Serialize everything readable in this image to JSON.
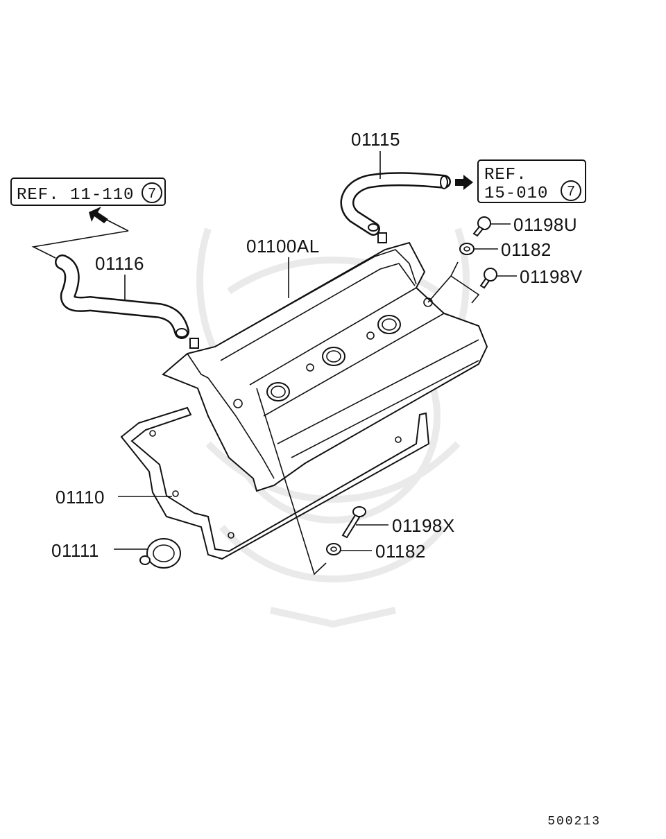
{
  "diagram": {
    "ref_left": {
      "text": "REF. 11-110",
      "circled": "7"
    },
    "ref_right": {
      "line1": "REF.",
      "line2": "15-010",
      "circled": "7"
    },
    "parts": {
      "p01115": "01115",
      "p01116": "01116",
      "p01100AL": "01100AL",
      "p01198U": "01198U",
      "p01182_top": "01182",
      "p01198V": "01198V",
      "p01110": "01110",
      "p01111": "01111",
      "p01198X": "01198X",
      "p01182_bottom": "01182"
    },
    "diagram_code": "500213"
  }
}
